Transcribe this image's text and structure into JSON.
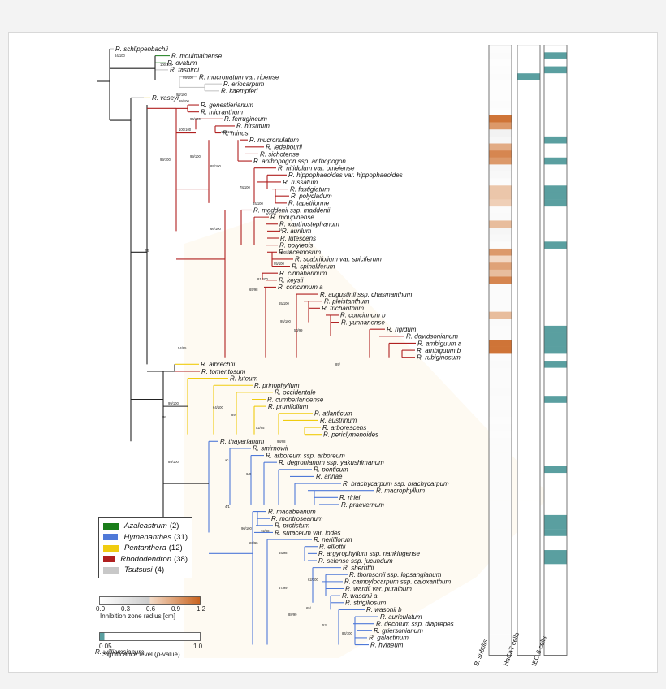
{
  "colors": {
    "Azaleastrum": "#1a7d1a",
    "Hymenanthes": "#4f79d8",
    "Pentanthera": "#f0cc10",
    "Rhododendron": "#b02020",
    "Tsutsusi": "#c8c8c8",
    "backbone": "#222222",
    "significance": "#5a9fa0",
    "inhibition_low": "#ffffff",
    "inhibition_high": "#c9621d"
  },
  "legend": [
    {
      "name": "Azaleastrum",
      "count": "(2)",
      "color": "#1a7d1a"
    },
    {
      "name": "Hymenanthes",
      "count": "(31)",
      "color": "#4f79d8"
    },
    {
      "name": "Pentanthera",
      "count": "(12)",
      "color": "#f0cc10"
    },
    {
      "name": "Rhododendron",
      "count": "(38)",
      "color": "#b02020"
    },
    {
      "name": "Tsutsusi",
      "count": "(4)",
      "color": "#c8c8c8"
    }
  ],
  "inhibition_scale": {
    "ticks": [
      "0.0",
      "0.3",
      "0.6",
      "0.9",
      "1.2"
    ],
    "title": "Inhibition zone radius [cm]"
  },
  "significance_scale": {
    "ticks": [
      "0.05",
      "1.0"
    ],
    "title_prefix": "Significance level (",
    "title_italic": "p",
    "title_suffix": "-value)"
  },
  "columns": [
    "B. subtilis",
    "HaCaT cells",
    "IEC-6 cells"
  ],
  "taxa": [
    {
      "name": "R. schlippenbachii",
      "group": "Tsutsusi",
      "bs": 0.03,
      "hacat": 0,
      "iec": 0
    },
    {
      "name": "R. moulmainense",
      "group": "Azaleastrum",
      "bs": 0.05,
      "hacat": 0,
      "iec": 1
    },
    {
      "name": "R. ovatum",
      "group": "Azaleastrum",
      "bs": 0.02,
      "hacat": 0,
      "iec": 0
    },
    {
      "name": "R. tashiroi",
      "group": "Tsutsusi",
      "bs": 0.03,
      "hacat": 0,
      "iec": 1
    },
    {
      "name": "R. mucronatum var. ripense",
      "group": "Tsutsusi",
      "bs": 0.04,
      "hacat": 1,
      "iec": 0
    },
    {
      "name": "R. eriocarpum",
      "group": "Tsutsusi",
      "bs": 0.02,
      "hacat": 0,
      "iec": 0
    },
    {
      "name": "R. kaempferi",
      "group": "Tsutsusi",
      "bs": 0.02,
      "hacat": 0,
      "iec": 0
    },
    {
      "name": "R. vaseyi",
      "group": "Pentanthera",
      "bs": 0.02,
      "hacat": 0,
      "iec": 0
    },
    {
      "name": "R. genestierianum",
      "group": "Rhododendron",
      "bs": 0.03,
      "hacat": 0,
      "iec": 0
    },
    {
      "name": "R. micranthum",
      "group": "Rhododendron",
      "bs": 0.02,
      "hacat": 0,
      "iec": 0
    },
    {
      "name": "R. ferrugineum",
      "group": "Rhododendron",
      "bs": 0.9,
      "hacat": 0,
      "iec": 0
    },
    {
      "name": "R. hirsutum",
      "group": "Rhododendron",
      "bs": 0.7,
      "hacat": 0,
      "iec": 0
    },
    {
      "name": "R. minus",
      "group": "Rhododendron",
      "bs": 0.15,
      "hacat": 0,
      "iec": 0
    },
    {
      "name": "R. mucronulatum",
      "group": "Rhododendron",
      "bs": 0.1,
      "hacat": 0,
      "iec": 1
    },
    {
      "name": "R. ledebourii",
      "group": "Rhododendron",
      "bs": 0.6,
      "hacat": 0,
      "iec": 0
    },
    {
      "name": "R. sichotense",
      "group": "Rhododendron",
      "bs": 0.8,
      "hacat": 0,
      "iec": 0
    },
    {
      "name": "R. anthopogon ssp. anthopogon",
      "group": "Rhododendron",
      "bs": 0.7,
      "hacat": 0,
      "iec": 1
    },
    {
      "name": "R. nitidulum var. omeiense",
      "group": "Rhododendron",
      "bs": 0.1,
      "hacat": 0,
      "iec": 0
    },
    {
      "name": "R. hippophaeoides var. hippophaeoides",
      "group": "Rhododendron",
      "bs": 0.08,
      "hacat": 0,
      "iec": 0
    },
    {
      "name": "R. russatum",
      "group": "Rhododendron",
      "bs": 0.05,
      "hacat": 0,
      "iec": 0
    },
    {
      "name": "R. fastigiatum",
      "group": "Rhododendron",
      "bs": 0.45,
      "hacat": 0,
      "iec": 1
    },
    {
      "name": "R. polycladum",
      "group": "Rhododendron",
      "bs": 0.45,
      "hacat": 0,
      "iec": 1
    },
    {
      "name": "R. tapetiforme",
      "group": "Rhododendron",
      "bs": 0.4,
      "hacat": 0,
      "iec": 1
    },
    {
      "name": "R. maddenii ssp. maddenii",
      "group": "Rhododendron",
      "bs": 0.05,
      "hacat": 0,
      "iec": 0
    },
    {
      "name": "R. moupinense",
      "group": "Rhododendron",
      "bs": 0.06,
      "hacat": 0,
      "iec": 0
    },
    {
      "name": "R. xanthostephanum",
      "group": "Rhododendron",
      "bs": 0.5,
      "hacat": 0,
      "iec": 0
    },
    {
      "name": "R. aurilum",
      "group": "Rhododendron",
      "bs": 0.1,
      "hacat": 0,
      "iec": 0
    },
    {
      "name": "R. lutescens",
      "group": "Rhododendron",
      "bs": 0.08,
      "hacat": 0,
      "iec": 0
    },
    {
      "name": "R. polylepis",
      "group": "Rhododendron",
      "bs": 0.05,
      "hacat": 0,
      "iec": 1
    },
    {
      "name": "R. racemosum",
      "group": "Rhododendron",
      "bs": 0.7,
      "hacat": 0,
      "iec": 0
    },
    {
      "name": "R. scabrifolium var. spiciferum",
      "group": "Rhododendron",
      "bs": 0.35,
      "hacat": 0,
      "iec": 0
    },
    {
      "name": "R. spinuliferum",
      "group": "Rhododendron",
      "bs": 0.65,
      "hacat": 0,
      "iec": 0
    },
    {
      "name": "R. cinnabarinum",
      "group": "Rhododendron",
      "bs": 0.5,
      "hacat": 0,
      "iec": 0
    },
    {
      "name": "R. keysii",
      "group": "Rhododendron",
      "bs": 0.8,
      "hacat": 0,
      "iec": 0
    },
    {
      "name": "R. concinnum a",
      "group": "Rhododendron",
      "bs": 0.04,
      "hacat": 0,
      "iec": 0
    },
    {
      "name": "R. augustinii ssp. chasmanthum",
      "group": "Rhododendron",
      "bs": 0.04,
      "hacat": 0,
      "iec": 0
    },
    {
      "name": "R. pleistanthum",
      "group": "Rhododendron",
      "bs": 0.05,
      "hacat": 0,
      "iec": 0
    },
    {
      "name": "R. trichanthum",
      "group": "Rhododendron",
      "bs": 0.04,
      "hacat": 0,
      "iec": 0
    },
    {
      "name": "R. concinnum b",
      "group": "Rhododendron",
      "bs": 0.5,
      "hacat": 0,
      "iec": 0
    },
    {
      "name": "R. yunnanense",
      "group": "Rhododendron",
      "bs": 0.06,
      "hacat": 0,
      "iec": 0
    },
    {
      "name": "R. rigidum",
      "group": "Rhododendron",
      "bs": 0.05,
      "hacat": 0,
      "iec": 1
    },
    {
      "name": "R. davidsonianum",
      "group": "Rhododendron",
      "bs": 0.05,
      "hacat": 0,
      "iec": 1
    },
    {
      "name": "R. ambiguum a",
      "group": "Rhododendron",
      "bs": 0.9,
      "hacat": 0,
      "iec": 1
    },
    {
      "name": "R. ambiguum b",
      "group": "Rhododendron",
      "bs": 0.9,
      "hacat": 0,
      "iec": 1
    },
    {
      "name": "R. rubiginosum",
      "group": "Rhododendron",
      "bs": 0.05,
      "hacat": 0,
      "iec": 0
    },
    {
      "name": "R. albrechtii",
      "group": "Pentanthera",
      "bs": 0.06,
      "hacat": 0,
      "iec": 1
    },
    {
      "name": "R. tomentosum",
      "group": "Rhododendron",
      "bs": 0.05,
      "hacat": 0,
      "iec": 0
    },
    {
      "name": "R. luteum",
      "group": "Pentanthera",
      "bs": 0.04,
      "hacat": 0,
      "iec": 0
    },
    {
      "name": "R. prinophyllum",
      "group": "Pentanthera",
      "bs": 0.04,
      "hacat": 0,
      "iec": 0
    },
    {
      "name": "R. occidentale",
      "group": "Pentanthera",
      "bs": 0.06,
      "hacat": 0,
      "iec": 0
    },
    {
      "name": "R. cumberlandense",
      "group": "Pentanthera",
      "bs": 0.05,
      "hacat": 0,
      "iec": 1
    },
    {
      "name": "R. prunifolium",
      "group": "Pentanthera",
      "bs": 0.04,
      "hacat": 0,
      "iec": 0
    },
    {
      "name": "R. atlanticum",
      "group": "Pentanthera",
      "bs": 0.05,
      "hacat": 0,
      "iec": 0
    },
    {
      "name": "R. austrinum",
      "group": "Pentanthera",
      "bs": 0.03,
      "hacat": 0,
      "iec": 0
    },
    {
      "name": "R. arborescens",
      "group": "Pentanthera",
      "bs": 0.04,
      "hacat": 0,
      "iec": 0
    },
    {
      "name": "R. periclymenoides",
      "group": "Pentanthera",
      "bs": 0.03,
      "hacat": 0,
      "iec": 0
    },
    {
      "name": "R. thayerianum",
      "group": "Hymenanthes",
      "bs": 0.04,
      "hacat": 0,
      "iec": 0
    },
    {
      "name": "R. smirnowii",
      "group": "Hymenanthes",
      "bs": 0.05,
      "hacat": 0,
      "iec": 0
    },
    {
      "name": "R. arboreum ssp. arboreum",
      "group": "Hymenanthes",
      "bs": 0.04,
      "hacat": 0,
      "iec": 0
    },
    {
      "name": "R. degronianum ssp. yakushimanum",
      "group": "Hymenanthes",
      "bs": 0.05,
      "hacat": 0,
      "iec": 0
    },
    {
      "name": "R. ponticum",
      "group": "Hymenanthes",
      "bs": 0.04,
      "hacat": 0,
      "iec": 1
    },
    {
      "name": "R. annae",
      "group": "Hymenanthes",
      "bs": 0.04,
      "hacat": 0,
      "iec": 0
    },
    {
      "name": "R. brachycarpum ssp. brachycarpum",
      "group": "Hymenanthes",
      "bs": 0.05,
      "hacat": 0,
      "iec": 0
    },
    {
      "name": "R. macrophyllum",
      "group": "Hymenanthes",
      "bs": 0.04,
      "hacat": 0,
      "iec": 0
    },
    {
      "name": "R. ririei",
      "group": "Hymenanthes",
      "bs": 0.05,
      "hacat": 0,
      "iec": 0
    },
    {
      "name": "R. praevernum",
      "group": "Hymenanthes",
      "bs": 0.04,
      "hacat": 0,
      "iec": 0
    },
    {
      "name": "R. macabeanum",
      "group": "Hymenanthes",
      "bs": 0.04,
      "hacat": 0,
      "iec": 0
    },
    {
      "name": "R. montroseanum",
      "group": "Hymenanthes",
      "bs": 0.05,
      "hacat": 0,
      "iec": 1
    },
    {
      "name": "R. protistum",
      "group": "Hymenanthes",
      "bs": 0.04,
      "hacat": 0,
      "iec": 1
    },
    {
      "name": "R. sutaceum var. iodes",
      "group": "Hymenanthes",
      "bs": 0.04,
      "hacat": 0,
      "iec": 1
    },
    {
      "name": "R. neriiflorum",
      "group": "Hymenanthes",
      "bs": 0.05,
      "hacat": 0,
      "iec": 0
    },
    {
      "name": "R. elliottii",
      "group": "Hymenanthes",
      "bs": 0.04,
      "hacat": 0,
      "iec": 0
    },
    {
      "name": "R. argyrophyllum ssp. nankingense",
      "group": "Hymenanthes",
      "bs": 0.05,
      "hacat": 0,
      "iec": 1
    },
    {
      "name": "R. selense ssp. jucundum",
      "group": "Hymenanthes",
      "bs": 0.04,
      "hacat": 0,
      "iec": 1
    },
    {
      "name": "R. sherriffii",
      "group": "Hymenanthes",
      "bs": 0.05,
      "hacat": 0,
      "iec": 0
    },
    {
      "name": "R. thomsonii ssp. lopsangianum",
      "group": "Hymenanthes",
      "bs": 0.04,
      "hacat": 0,
      "iec": 0
    },
    {
      "name": "R. campylocarpum ssp. caloxanthum",
      "group": "Hymenanthes",
      "bs": 0.05,
      "hacat": 0,
      "iec": 0
    },
    {
      "name": "R. wardii var. puralbum",
      "group": "Hymenanthes",
      "bs": 0.04,
      "hacat": 0,
      "iec": 0
    },
    {
      "name": "R. wasonii a",
      "group": "Hymenanthes",
      "bs": 0.05,
      "hacat": 0,
      "iec": 0
    },
    {
      "name": "R. strigillosum",
      "group": "Hymenanthes",
      "bs": 0.04,
      "hacat": 0,
      "iec": 0
    },
    {
      "name": "R. wasonii b",
      "group": "Hymenanthes",
      "bs": 0.05,
      "hacat": 0,
      "iec": 0
    },
    {
      "name": "R. auriculatum",
      "group": "Hymenanthes",
      "bs": 0.04,
      "hacat": 0,
      "iec": 0
    },
    {
      "name": "R. decorum ssp. diaprepes",
      "group": "Hymenanthes",
      "bs": 0.05,
      "hacat": 0,
      "iec": 0
    },
    {
      "name": "R. griersonianum",
      "group": "Hymenanthes",
      "bs": 0.04,
      "hacat": 0,
      "iec": 0
    },
    {
      "name": "R. galactinum",
      "group": "Hymenanthes",
      "bs": 0.05,
      "hacat": 0,
      "iec": 0
    },
    {
      "name": "R. hylaeum",
      "group": "Hymenanthes",
      "bs": 0.04,
      "hacat": 0,
      "iec": 0
    },
    {
      "name": "R. williamsianum",
      "group": "Hymenanthes",
      "bs": 0.05,
      "hacat": 0,
      "iec": 0
    }
  ]
}
